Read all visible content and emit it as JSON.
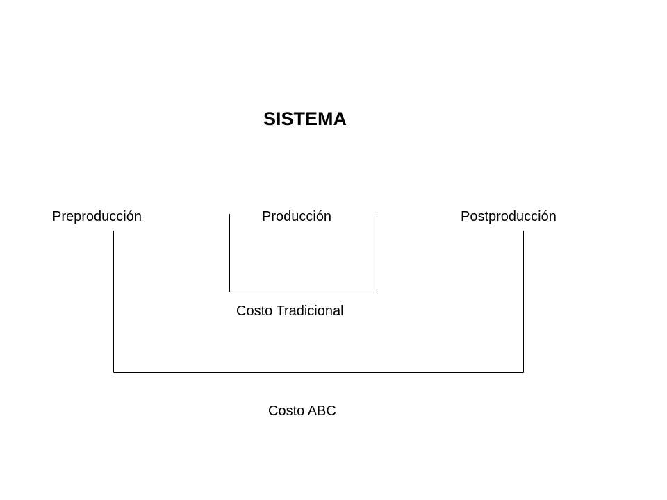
{
  "diagram": {
    "title": "SISTEMA",
    "stages": {
      "preproduction": "Preproducción",
      "production": "Producción",
      "postproduction": "Postproducción"
    },
    "brackets": {
      "traditional": "Costo Tradicional",
      "abc": "Costo ABC"
    }
  }
}
